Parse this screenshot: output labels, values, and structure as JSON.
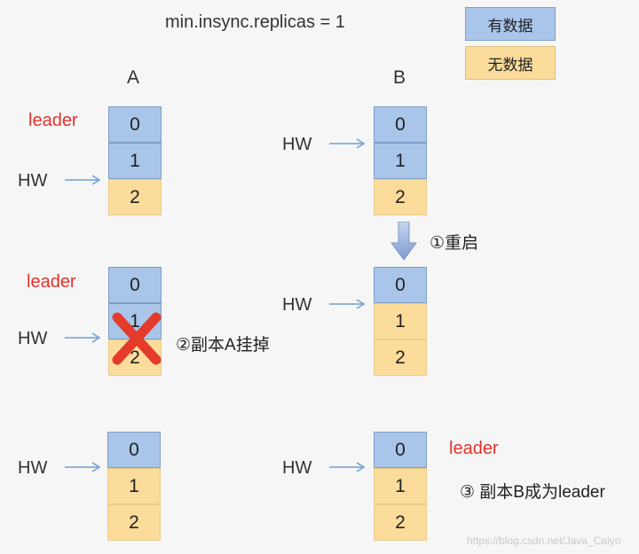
{
  "title": "min.insync.replicas = 1",
  "legend": {
    "has_data": "有数据",
    "no_data": "无数据",
    "has_color": "#a9c6ea",
    "none_color": "#fbdc9a"
  },
  "columns": {
    "a": "A",
    "b": "B"
  },
  "labels": {
    "hw": "HW",
    "leader": "leader"
  },
  "cells": [
    "0",
    "1",
    "2"
  ],
  "steps": {
    "restart": "①重启",
    "replica_a_down": "②副本A挂掉",
    "replica_b_leader": "③ 副本B成为leader"
  },
  "watermark": "https://blog.csdn.net/Java_Caiyo"
}
